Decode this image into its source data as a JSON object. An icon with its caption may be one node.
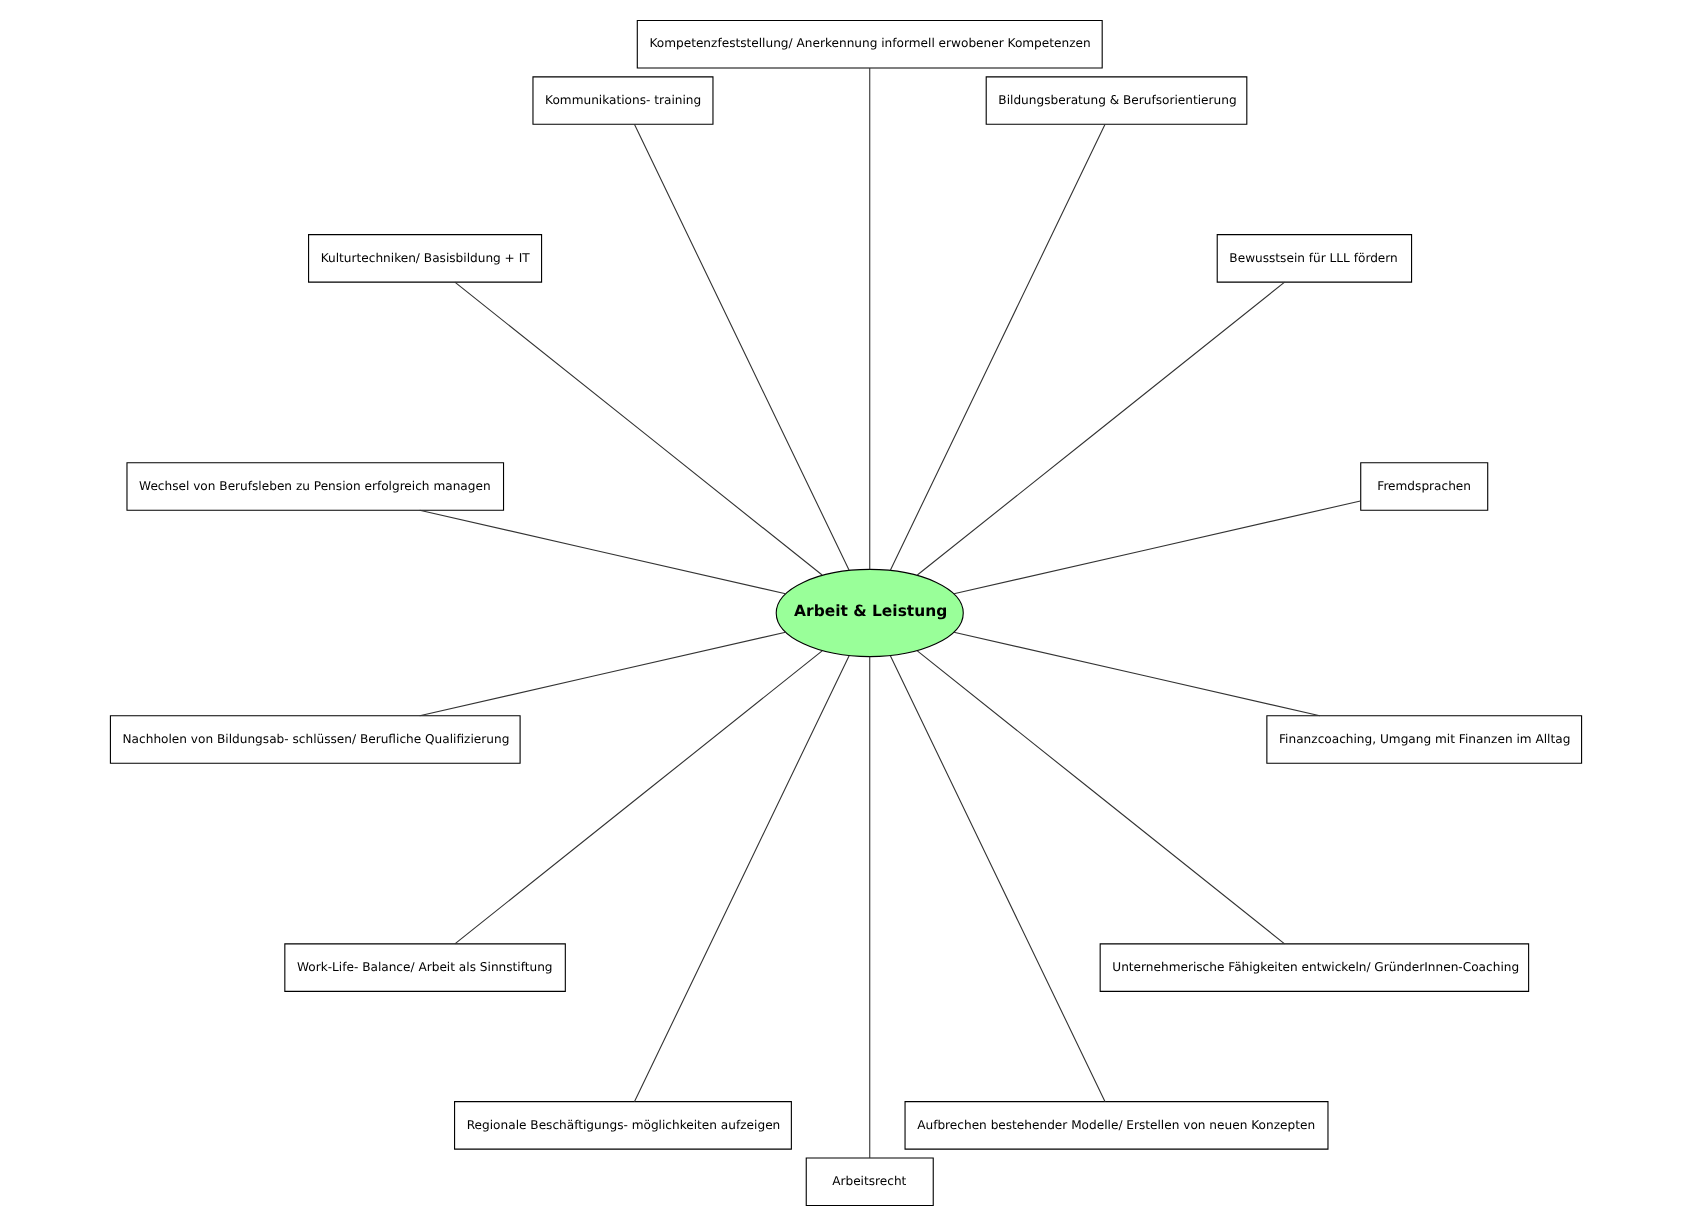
{
  "diagram": {
    "nodes": [
      {
        "text": [
          "Arbeit & Leistung"
        ]
      },
      {
        "text": [
          "Fremdsprachen"
        ]
      },
      {
        "text": [
          "Bewusstsein für LLL fördern"
        ]
      },
      {
        "text": [
          "Bildungsberatung & Berufsorientierung"
        ]
      },
      {
        "text": [
          "Kompetenzfeststellung/ Anerkennung informell erwobener Kompetenzen"
        ]
      },
      {
        "text": [
          "Kommunikations- training"
        ]
      },
      {
        "text": [
          "Kulturtechniken/ Basisbildung + IT"
        ]
      },
      {
        "text": [
          "Wechsel von Berufsleben zu Pension erfolgreich managen"
        ]
      },
      {
        "text": [
          "Nachholen von Bildungsab- schlüssen/ Berufliche Qualifizierung"
        ]
      },
      {
        "text": [
          "Work-Life- Balance/ Arbeit als Sinnstiftung"
        ]
      },
      {
        "text": [
          "Regionale Beschäftigungs- möglichkeiten aufzeigen"
        ]
      },
      {
        "text": [
          "Arbeitsrecht"
        ]
      },
      {
        "text": [
          "Aufbrechen bestehender Modelle/ Erstellen von neuen Konzepten"
        ]
      },
      {
        "text": [
          "Unternehmerische Fähigkeiten entwickeln/ GründerInnen-Coaching"
        ]
      },
      {
        "text": [
          "Finanzcoaching, Umgang mit Finanzen im Alltag"
        ]
      }
    ],
    "edges": [
      {
        "from": 0,
        "to": 2,
        "arrow": "none"
      },
      {
        "from": 0,
        "to": 3,
        "arrow": "none"
      },
      {
        "from": 0,
        "to": 4,
        "arrow": "none"
      },
      {
        "from": 0,
        "to": 6,
        "arrow": "none"
      },
      {
        "from": 0,
        "to": 8,
        "arrow": "none"
      },
      {
        "from": 0,
        "to": 10,
        "arrow": "none"
      },
      {
        "from": 0,
        "to": 12,
        "arrow": "none"
      },
      {
        "from": 0,
        "to": 14,
        "arrow": "none"
      },
      {
        "from": 0,
        "to": 13,
        "arrow": "none"
      },
      {
        "from": 0,
        "to": 11,
        "arrow": "none"
      },
      {
        "from": 0,
        "to": 9,
        "arrow": "none"
      },
      {
        "from": 0,
        "to": 7,
        "arrow": "none"
      },
      {
        "from": 0,
        "to": 5,
        "arrow": "none"
      },
      {
        "from": 0,
        "to": 1,
        "arrow": "none"
      }
    ]
  }
}
